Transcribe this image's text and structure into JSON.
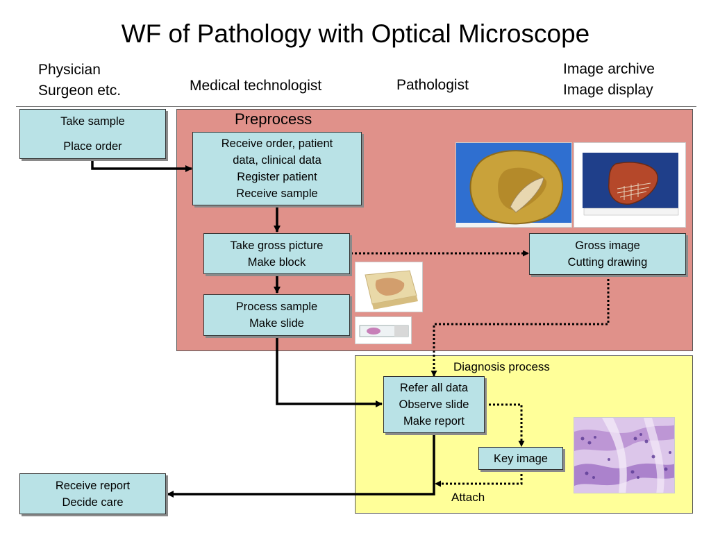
{
  "title": "WF of Pathology with Optical Microscope",
  "columns": {
    "physician": [
      "Physician",
      "Surgeon etc."
    ],
    "technologist": "Medical technologist",
    "pathologist": "Pathologist",
    "archive": [
      "Image archive",
      "Image display"
    ]
  },
  "regions": {
    "preprocess": "Preprocess",
    "diagnosis": "Diagnosis process"
  },
  "boxes": {
    "take_sample": [
      "Take sample",
      "Place order"
    ],
    "receive_order": [
      "Receive order, patient",
      "data, clinical data",
      "Register patient",
      "Receive sample"
    ],
    "gross_picture": [
      "Take gross picture",
      "Make block"
    ],
    "process_sample": [
      "Process sample",
      "Make slide"
    ],
    "gross_image": [
      "Gross image",
      "Cutting drawing"
    ],
    "refer_data": [
      "Refer all data",
      "Observe slide",
      "Make report"
    ],
    "key_image": "Key image",
    "receive_report": [
      "Receive report",
      "Decide care"
    ]
  },
  "attach_label": "Attach",
  "colors": {
    "preprocess_bg": "#e0918a",
    "diagnosis_bg": "#ffff99",
    "box_fill": "#b9e2e6"
  },
  "images": {
    "gross_specimen": "gross-specimen-photo",
    "cut_specimen": "cut-specimen-photo",
    "paraffin_block": "paraffin-block-photo",
    "glass_slide": "glass-slide-photo",
    "micrograph": "histology-micrograph"
  }
}
